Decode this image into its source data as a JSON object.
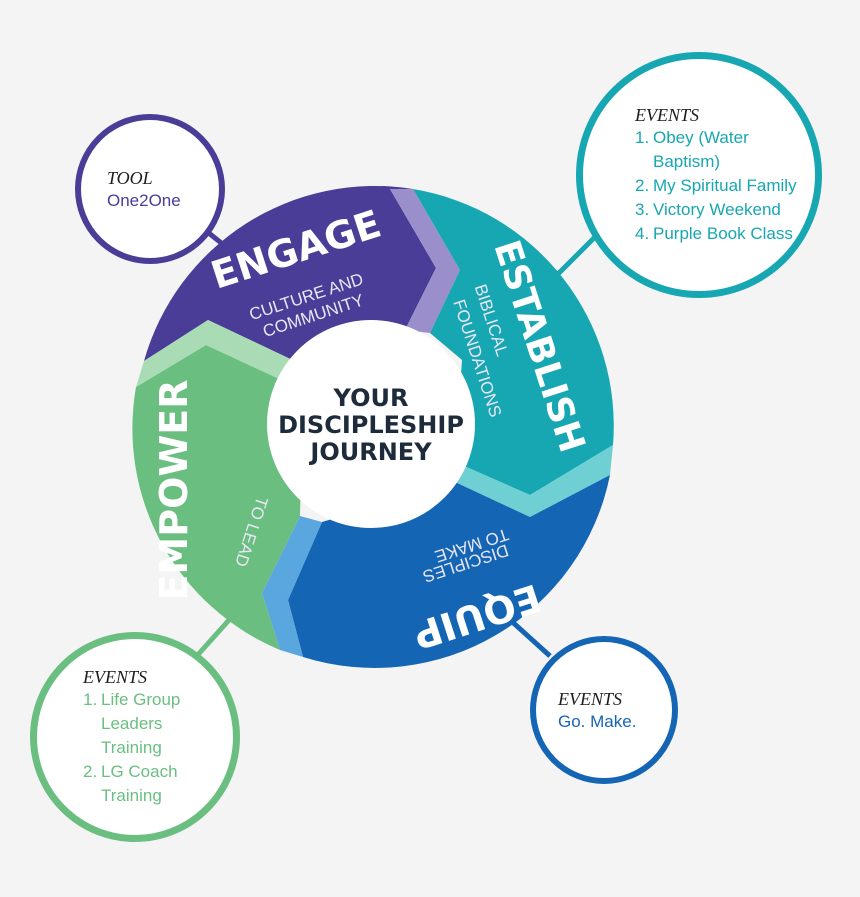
{
  "colors": {
    "engage": "#4a3d98",
    "engage_light": "#9a8fcb",
    "establish": "#17a7b2",
    "establish_light": "#6fd0d4",
    "equip": "#1565b5",
    "equip_light": "#5aa7df",
    "empower": "#6abf80",
    "empower_light": "#a9dcb4"
  },
  "center": {
    "line1": "YOUR",
    "line2": "DISCIPLESHIP",
    "line3": "JOURNEY"
  },
  "segments": {
    "engage": {
      "title": "ENGAGE",
      "sub1": "CULTURE AND",
      "sub2": "COMMUNITY"
    },
    "establish": {
      "title": "ESTABLISH",
      "sub1": "BIBLICAL",
      "sub2": "FOUNDATIONS"
    },
    "equip": {
      "title": "EQUIP",
      "sub1": "TO MAKE",
      "sub2": "DISCIPLES"
    },
    "empower": {
      "title": "EMPOWER",
      "sub1": "TO LEAD"
    }
  },
  "bubbles": {
    "tool": {
      "heading": "TOOL",
      "text": "One2One"
    },
    "establish_events": {
      "heading": "EVENTS",
      "items": [
        {
          "num": "1.",
          "text": "Obey (Water Baptism)"
        },
        {
          "num": "2.",
          "text": "My Spiritual Family"
        },
        {
          "num": "3.",
          "text": "Victory Weekend"
        },
        {
          "num": "4.",
          "text": "Purple Book Class"
        }
      ]
    },
    "equip_events": {
      "heading": "EVENTS",
      "text": "Go. Make."
    },
    "empower_events": {
      "heading": "EVENTS",
      "items": [
        {
          "num": "1.",
          "text": "Life Group Leaders Training"
        },
        {
          "num": "2.",
          "text": "LG Coach Training"
        }
      ]
    }
  }
}
